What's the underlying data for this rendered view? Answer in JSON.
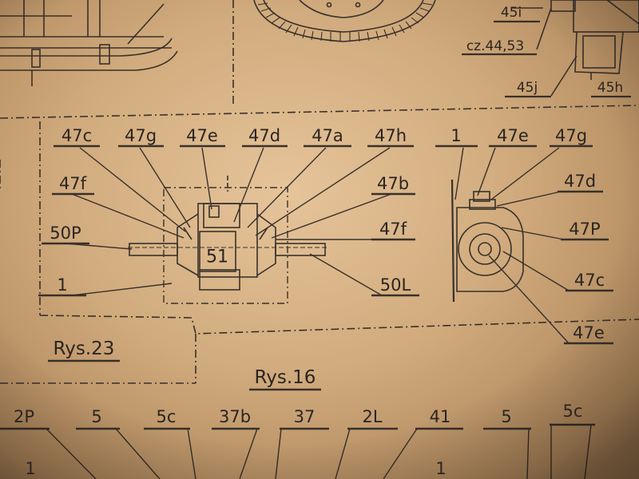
{
  "top_labels": [
    "45i",
    "cz.44,53",
    "45j",
    "45h"
  ],
  "rys23": {
    "caption": "Rys.23",
    "part_number": "51",
    "top_callouts": [
      "47c",
      "47g",
      "47e",
      "47d",
      "47a",
      "47h"
    ],
    "left_callouts": [
      "47f",
      "50P",
      "1"
    ],
    "right_callouts": [
      "47b",
      "47f",
      "50L"
    ],
    "side_view_top": [
      "1",
      "47e",
      "47g"
    ],
    "side_view_right": [
      "47d",
      "47P",
      "47c",
      "47e"
    ]
  },
  "rys16": {
    "caption": "Rys.16",
    "callouts": [
      "2P",
      "5",
      "5c",
      "37b",
      "37",
      "2L",
      "41",
      "5",
      "5c"
    ],
    "lower_numbers": [
      "1",
      "1"
    ]
  }
}
